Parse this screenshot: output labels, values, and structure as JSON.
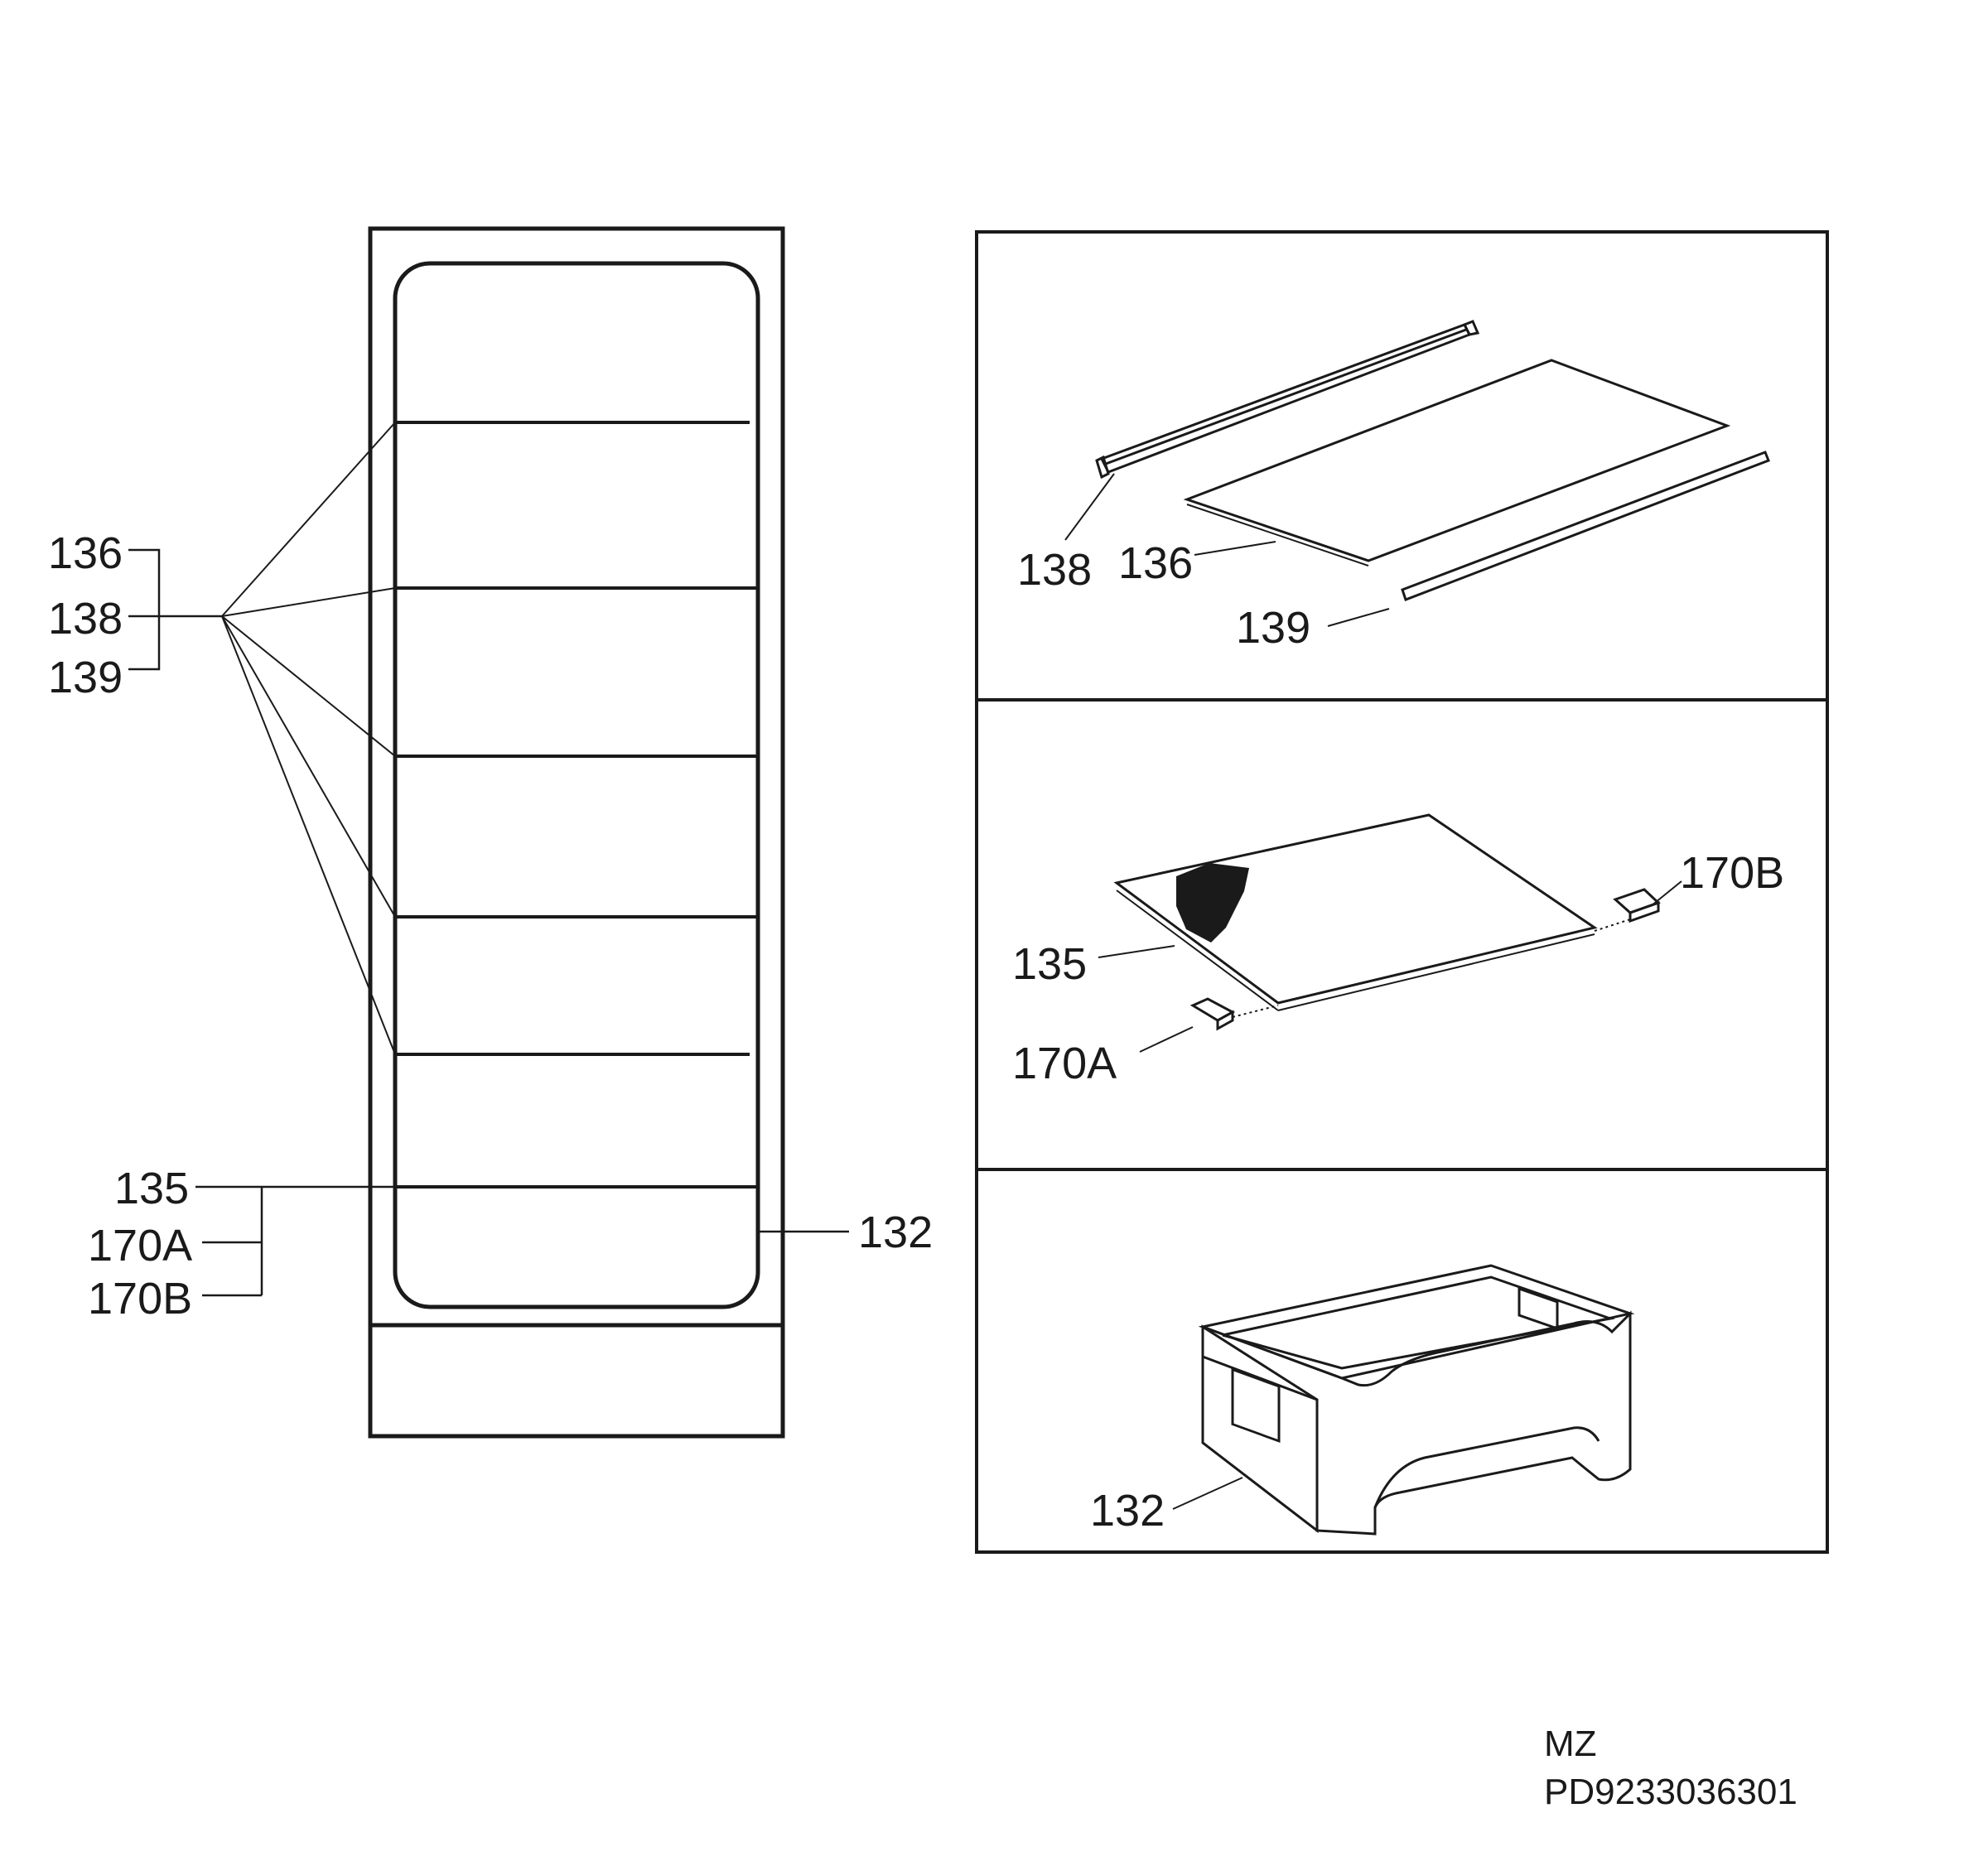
{
  "overview": {
    "callouts": {
      "shelf_group": [
        "136",
        "138",
        "139"
      ],
      "bottom_group": [
        "135",
        "170A",
        "170B"
      ],
      "drawer": "132"
    }
  },
  "detail_panels": {
    "glass_shelf": {
      "label_138": "138",
      "label_136": "136",
      "label_139": "139"
    },
    "bottom_shelf": {
      "label_135": "135",
      "label_170A": "170A",
      "label_170B": "170B"
    },
    "drawer": {
      "label_132": "132"
    }
  },
  "footer": {
    "model": "MZ",
    "code": "PD9233036301"
  },
  "colors": {
    "line": "#1a1a1a",
    "background": "#ffffff"
  }
}
